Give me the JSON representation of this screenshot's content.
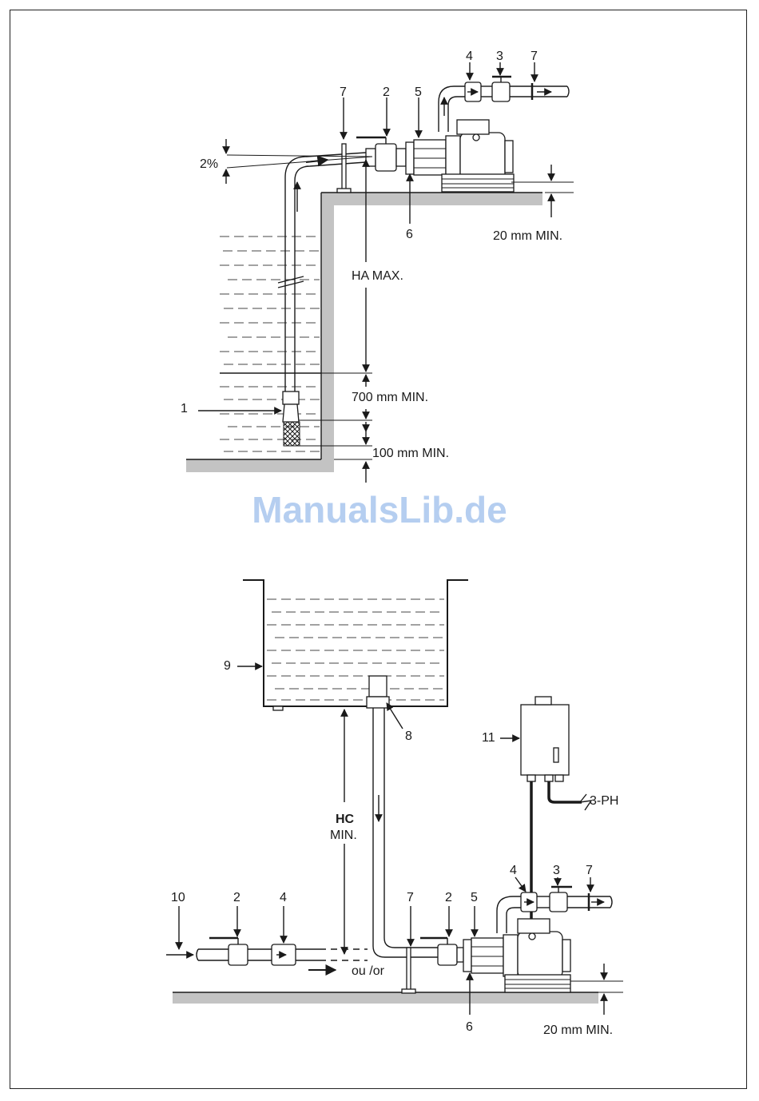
{
  "top_diagram": {
    "callouts": [
      "7",
      "2",
      "5",
      "4",
      "3",
      "7",
      "6",
      "1"
    ],
    "slope_label": "2%",
    "ha_label": "HA MAX.",
    "dim_700": "700 mm MIN.",
    "dim_100": "100 mm MIN.",
    "dim_20": "20 mm MIN."
  },
  "watermark": "ManualsLib.de",
  "bottom_diagram": {
    "callouts": [
      "9",
      "8",
      "11",
      "10",
      "2",
      "4",
      "7",
      "2",
      "5",
      "4",
      "3",
      "7",
      "6"
    ],
    "hc_label": "HC",
    "hc_min": "MIN.",
    "ou_or": "ou /or",
    "three_ph": "3-PH",
    "dim_20": "20 mm MIN."
  }
}
